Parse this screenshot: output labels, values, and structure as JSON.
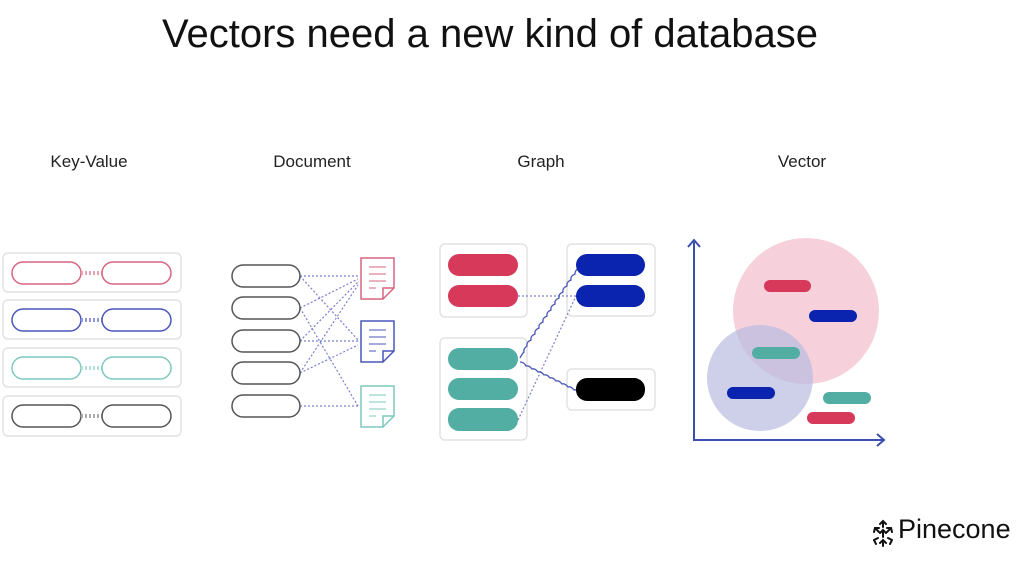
{
  "title": "Vectors need a new kind of database",
  "categories": {
    "key_value": "Key-Value",
    "document": "Document",
    "graph": "Graph",
    "vector": "Vector"
  },
  "logo": {
    "name": "Pinecone"
  },
  "colors": {
    "red": "#d6395a",
    "blue": "#0a24b0",
    "teal": "#52ada3",
    "black": "#000000",
    "pink_cluster": "#f5c9d6",
    "blue_cluster": "#c8cbe6",
    "axis": "#3a4fb0"
  }
}
